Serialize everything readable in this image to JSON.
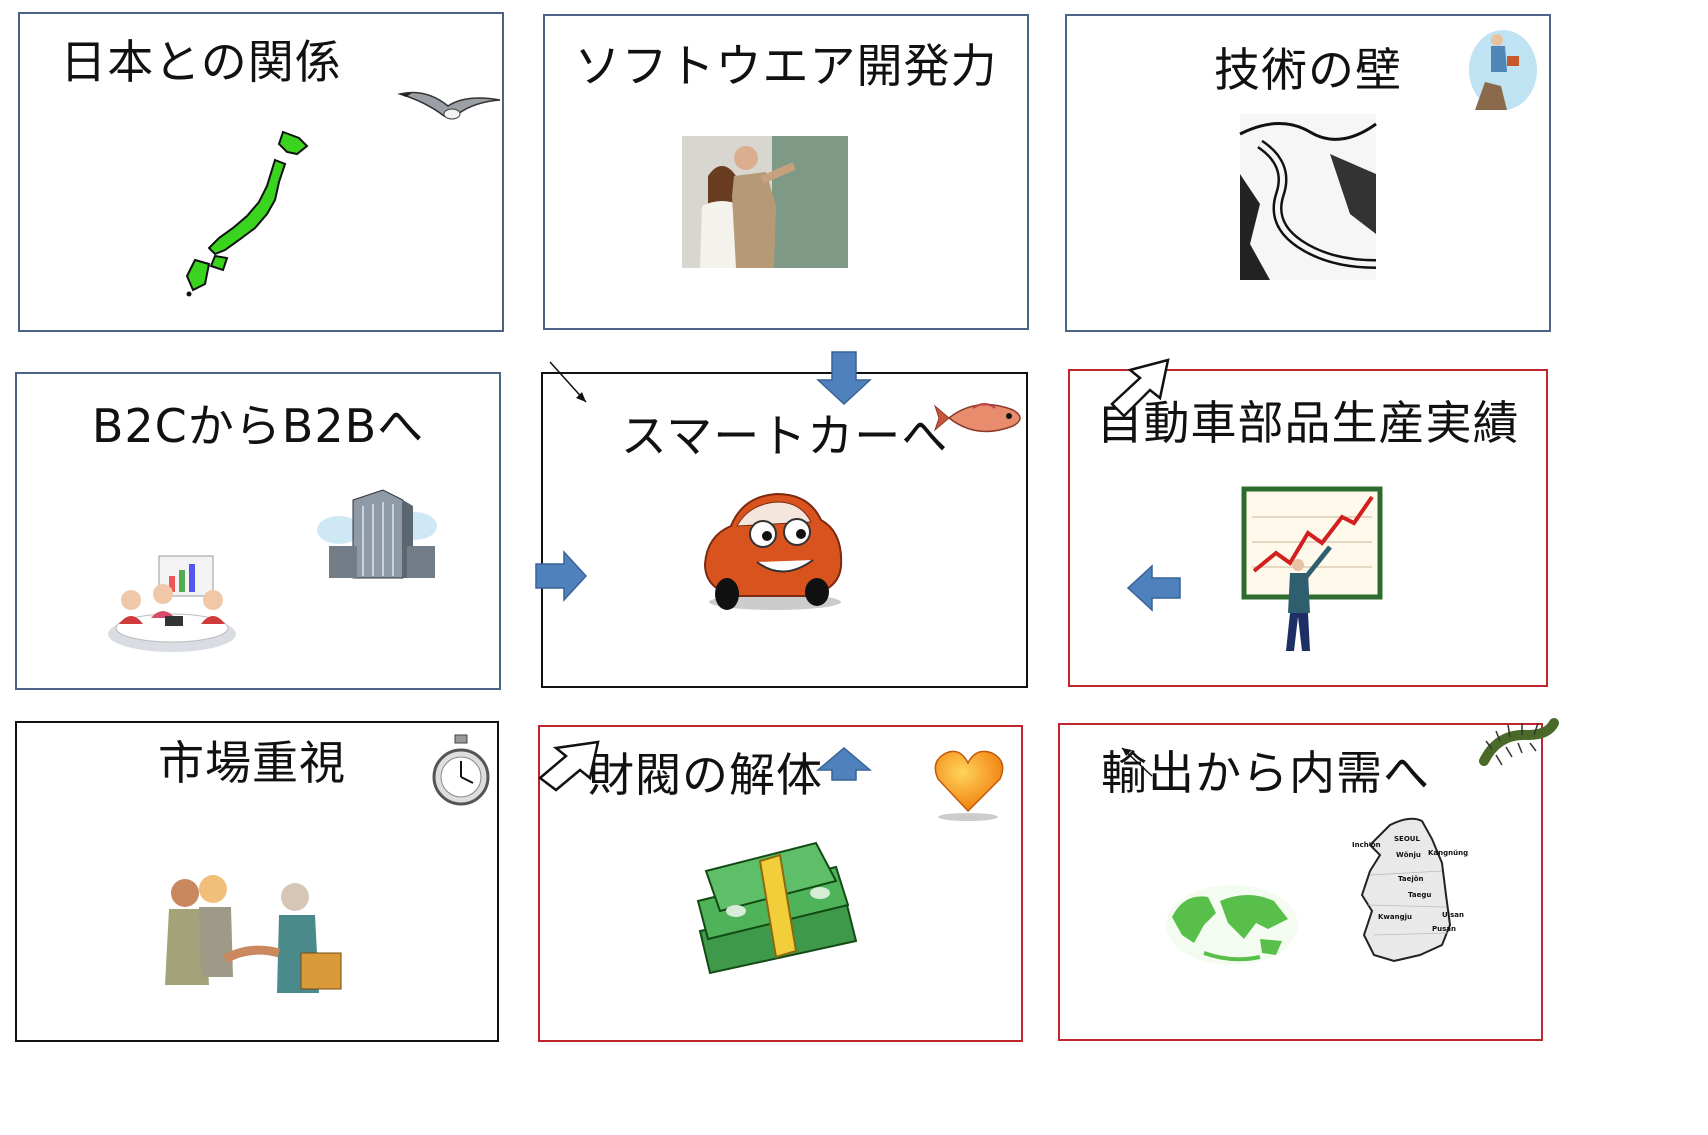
{
  "boxes": {
    "japan": {
      "title": "日本との関係"
    },
    "software": {
      "title": "ソフトウエア開発力"
    },
    "tech": {
      "title": "技術の壁"
    },
    "b2b": {
      "title": "B2CからB2Bへ"
    },
    "smartcar": {
      "title": "スマートカーへ"
    },
    "parts": {
      "title": "自動車部品生産実績"
    },
    "market": {
      "title": "市場重視"
    },
    "zaibatsu": {
      "title": "財閥の解体"
    },
    "export": {
      "title": "輸出から内需へ"
    }
  },
  "korea_map_labels": [
    "SEOUL",
    "Inch'on",
    "Wŏnju",
    "Kangnŭng",
    "Taejŏn",
    "Taegu",
    "Kwangju",
    "Ulsan",
    "Pusan"
  ],
  "colors": {
    "border_blue": "#4a6387",
    "border_red": "#c0262d",
    "arrow_blue": "#4f81bd",
    "map_green": "#3ad41e"
  },
  "icons": [
    "seagull-icon",
    "japan-map-icon",
    "teacher-students-photo",
    "hiker-icon",
    "great-wall-icon",
    "meeting-icon",
    "office-building-icon",
    "fish-icon",
    "cartoon-car-icon",
    "growth-chart-icon",
    "stopwatch-icon",
    "handshake-icon",
    "heart-icon",
    "money-stack-icon",
    "centipede-icon",
    "world-map-icon",
    "korea-map-icon"
  ]
}
